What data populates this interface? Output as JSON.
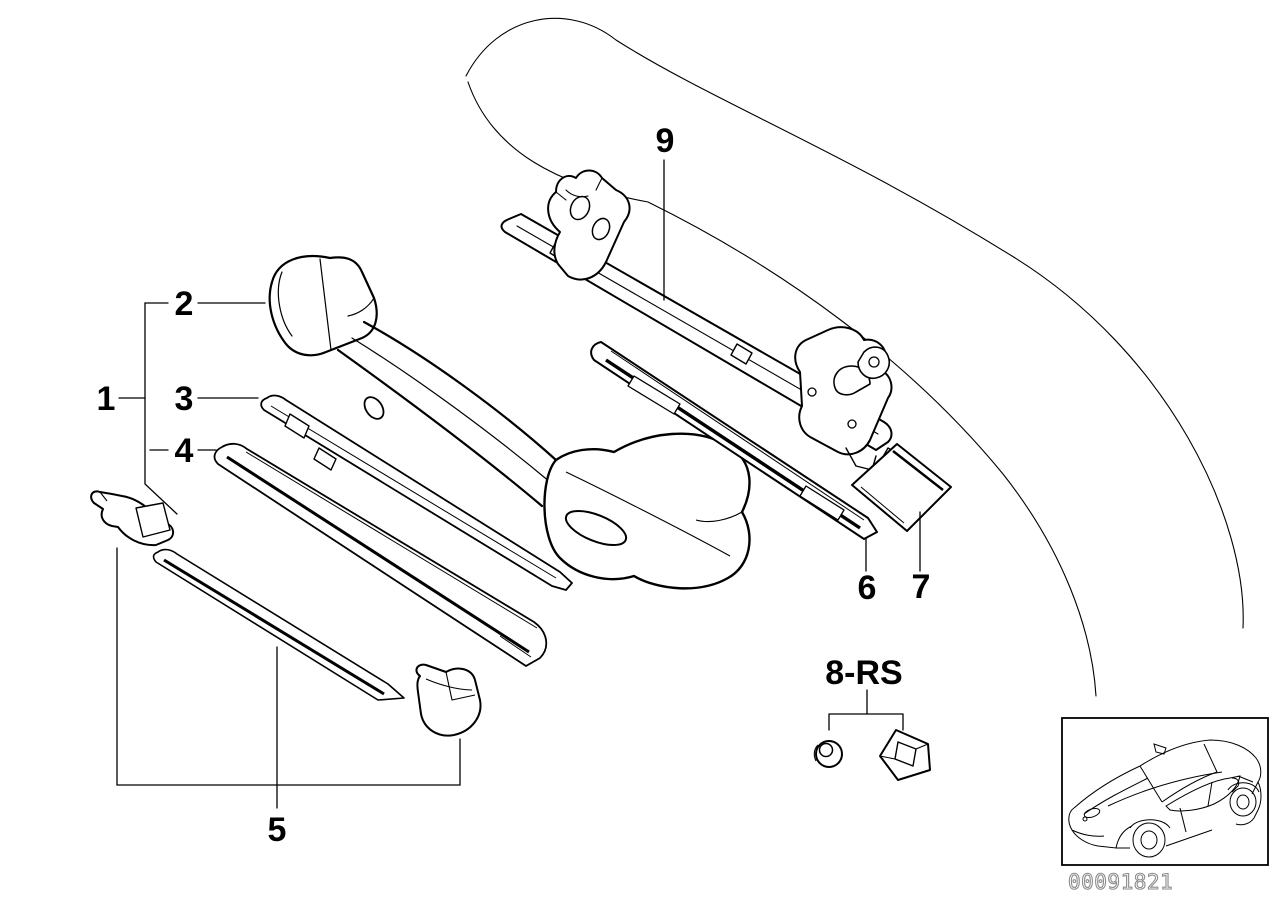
{
  "diagram": {
    "type": "exploded-parts-diagram",
    "callouts": [
      {
        "label": "1"
      },
      {
        "label": "2"
      },
      {
        "label": "3"
      },
      {
        "label": "4"
      },
      {
        "label": "5"
      },
      {
        "label": "6"
      },
      {
        "label": "7"
      },
      {
        "label": "8-RS"
      },
      {
        "label": "9"
      }
    ]
  },
  "thumbnail": {
    "icon": "car-three-quarter-front-icon",
    "doc_number": "00091821"
  },
  "colors": {
    "line": "#000000",
    "background": "#ffffff",
    "doc_number_stroke": "#8c8c8c"
  }
}
